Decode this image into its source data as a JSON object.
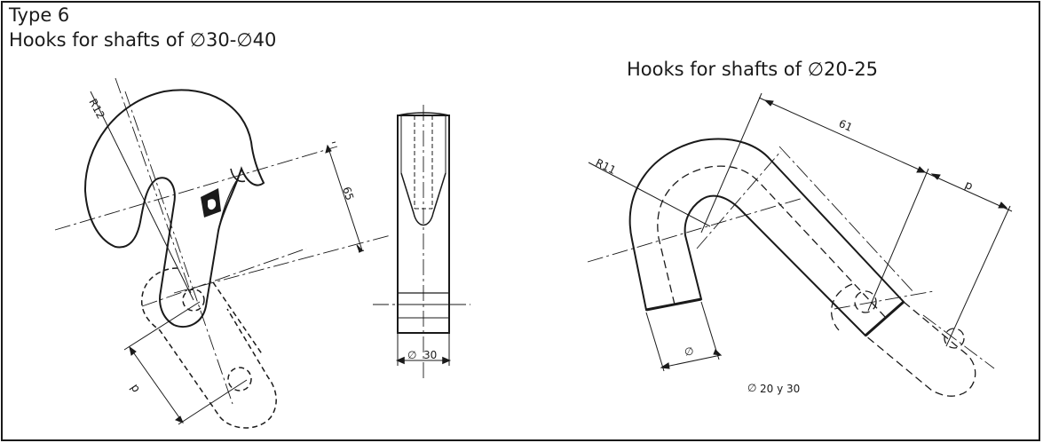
{
  "header": {
    "type_label": "Type 6",
    "left_title": "Hooks for shafts of  ∅30-∅40",
    "right_title": "Hooks for shafts of ∅20-25"
  },
  "left_hook": {
    "radius_label": "R12",
    "length_label": "65",
    "pitch_label": "p"
  },
  "side_view": {
    "width_label": "30",
    "diameter_symbol": "∅"
  },
  "right_hook": {
    "radius_label": "R11",
    "length_label": "61",
    "pitch_label": "p",
    "diameter_label": "∅",
    "note": "20 y 30",
    "note_symbol": "∅"
  },
  "colors": {
    "line": "#1a1a1a",
    "background": "#ffffff"
  }
}
